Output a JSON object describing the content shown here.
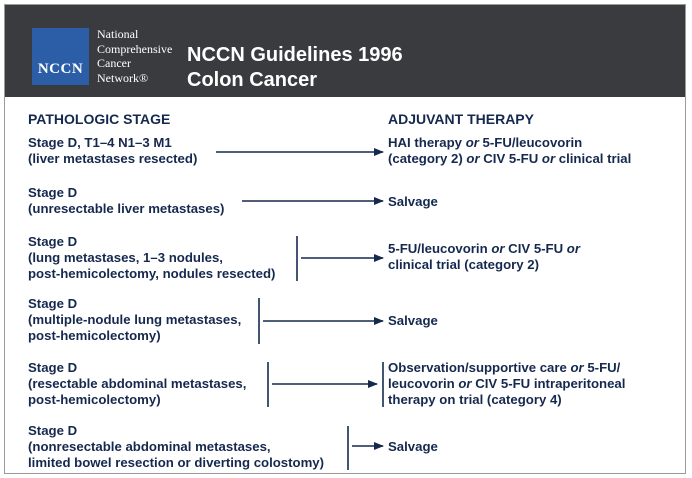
{
  "header": {
    "logo_text": "NCCN",
    "org_lines": [
      "National",
      "Comprehensive",
      "Cancer",
      "Network®"
    ],
    "title_lines": [
      "NCCN Guidelines 1996",
      "Colon Cancer"
    ]
  },
  "columns": {
    "left": "PATHOLOGIC STAGE",
    "right": "ADJUVANT THERAPY"
  },
  "rows": [
    {
      "stage_lines": [
        "Stage D, T1–4 N1–3 M1",
        "(liver metastases resected)"
      ],
      "therapy_html": "HAI therapy <i>or</i> 5-FU/leucovorin<br>(category 2) <i>or</i> CIV 5-FU <i>or</i> clinical trial"
    },
    {
      "stage_lines": [
        "Stage D",
        "(unresectable liver metastases)"
      ],
      "therapy_html": "Salvage"
    },
    {
      "stage_lines": [
        "Stage D",
        "(lung metastases, 1–3 nodules,",
        "post-hemicolectomy, nodules resected)"
      ],
      "therapy_html": "5-FU/leucovorin <i>or</i> CIV 5-FU <i>or</i><br>clinical trial (category 2)"
    },
    {
      "stage_lines": [
        "Stage D",
        "(multiple-nodule lung metastases,",
        "post-hemicolectomy)"
      ],
      "therapy_html": "Salvage"
    },
    {
      "stage_lines": [
        "Stage D",
        "(resectable abdominal metastases,",
        "post-hemicolectomy)"
      ],
      "therapy_html": "Observation/supportive care <i>or</i> 5-FU/<br>leucovorin <i>or</i> CIV 5-FU intraperitoneal<br>therapy on trial (category 4)"
    },
    {
      "stage_lines": [
        "Stage D",
        "(nonresectable abdominal metastases,",
        "limited bowel resection or diverting colostomy)"
      ],
      "therapy_html": "Salvage"
    }
  ]
}
